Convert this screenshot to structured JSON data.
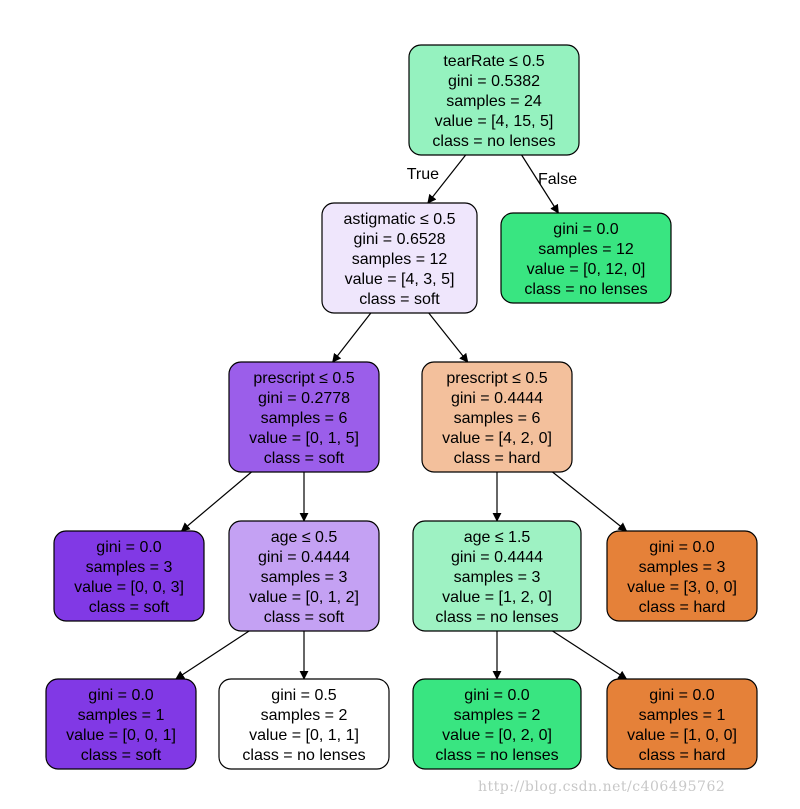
{
  "colors": {
    "no_lenses_light": "#95f2bf",
    "no_lenses_medium": "#9ef2c3",
    "no_lenses_pure": "#39e581",
    "soft_faint": "#efe6fc",
    "soft_strong": "#9b5eea",
    "soft_medium": "#c4a1f3",
    "soft_pure": "#8139e5",
    "hard_light": "#f3c09c",
    "hard_pure": "#e58139",
    "neutral": "#ffffff",
    "edge": "#000000"
  },
  "nodes": [
    {
      "id": "n0",
      "fill": "no_lenses_light",
      "lines": [
        "tearRate ≤ 0.5",
        "gini = 0.5382",
        "samples = 24",
        "value = [4, 15, 5]",
        "class = no lenses"
      ]
    },
    {
      "id": "n1",
      "fill": "soft_faint",
      "lines": [
        "astigmatic ≤ 0.5",
        "gini = 0.6528",
        "samples = 12",
        "value = [4, 3, 5]",
        "class = soft"
      ]
    },
    {
      "id": "n2",
      "fill": "no_lenses_pure",
      "lines": [
        "gini = 0.0",
        "samples = 12",
        "value = [0, 12, 0]",
        "class = no lenses"
      ]
    },
    {
      "id": "n3",
      "fill": "soft_strong",
      "lines": [
        "prescript ≤ 0.5",
        "gini = 0.2778",
        "samples = 6",
        "value = [0, 1, 5]",
        "class = soft"
      ]
    },
    {
      "id": "n4",
      "fill": "hard_light",
      "lines": [
        "prescript ≤ 0.5",
        "gini = 0.4444",
        "samples = 6",
        "value = [4, 2, 0]",
        "class = hard"
      ]
    },
    {
      "id": "n5",
      "fill": "soft_pure",
      "lines": [
        "gini = 0.0",
        "samples = 3",
        "value = [0, 0, 3]",
        "class = soft"
      ]
    },
    {
      "id": "n6",
      "fill": "soft_medium",
      "lines": [
        "age ≤ 0.5",
        "gini = 0.4444",
        "samples = 3",
        "value = [0, 1, 2]",
        "class = soft"
      ]
    },
    {
      "id": "n7",
      "fill": "no_lenses_medium",
      "lines": [
        "age ≤ 1.5",
        "gini = 0.4444",
        "samples = 3",
        "value = [1, 2, 0]",
        "class = no lenses"
      ]
    },
    {
      "id": "n8",
      "fill": "hard_pure",
      "lines": [
        "gini = 0.0",
        "samples = 3",
        "value = [3, 0, 0]",
        "class = hard"
      ]
    },
    {
      "id": "n9",
      "fill": "soft_pure",
      "lines": [
        "gini = 0.0",
        "samples = 1",
        "value = [0, 0, 1]",
        "class = soft"
      ]
    },
    {
      "id": "n10",
      "fill": "neutral",
      "lines": [
        "gini = 0.5",
        "samples = 2",
        "value = [0, 1, 1]",
        "class = no lenses"
      ]
    },
    {
      "id": "n11",
      "fill": "no_lenses_pure",
      "lines": [
        "gini = 0.0",
        "samples = 2",
        "value = [0, 2, 0]",
        "class = no lenses"
      ]
    },
    {
      "id": "n12",
      "fill": "hard_pure",
      "lines": [
        "gini = 0.0",
        "samples = 1",
        "value = [1, 0, 0]",
        "class = hard"
      ]
    }
  ],
  "edges": [
    {
      "from": "n0",
      "to": "n1",
      "label": "True"
    },
    {
      "from": "n0",
      "to": "n2",
      "label": "False"
    },
    {
      "from": "n1",
      "to": "n3",
      "label": ""
    },
    {
      "from": "n1",
      "to": "n4",
      "label": ""
    },
    {
      "from": "n3",
      "to": "n5",
      "label": ""
    },
    {
      "from": "n3",
      "to": "n6",
      "label": ""
    },
    {
      "from": "n4",
      "to": "n7",
      "label": ""
    },
    {
      "from": "n4",
      "to": "n8",
      "label": ""
    },
    {
      "from": "n6",
      "to": "n9",
      "label": ""
    },
    {
      "from": "n6",
      "to": "n10",
      "label": ""
    },
    {
      "from": "n7",
      "to": "n11",
      "label": ""
    },
    {
      "from": "n7",
      "to": "n12",
      "label": ""
    }
  ],
  "watermark": "http://blog.csdn.net/c406495762"
}
